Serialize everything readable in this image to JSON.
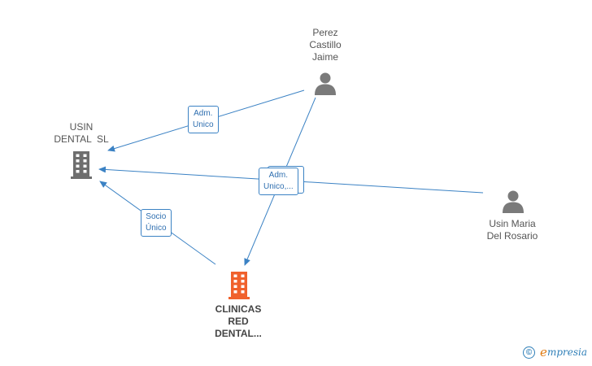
{
  "nodes": {
    "perez": {
      "lines": [
        "Perez",
        "Castillo",
        "Jaime"
      ],
      "icon": "person-icon"
    },
    "usin_dental": {
      "lines": [
        "USIN",
        "DENTAL  SL"
      ],
      "icon": "building-icon"
    },
    "usin_maria": {
      "lines": [
        "Usin Maria",
        "Del Rosario"
      ],
      "icon": "person-icon"
    },
    "clinicas": {
      "lines": [
        "CLINICAS",
        "RED",
        "DENTAL..."
      ],
      "icon": "building-icon"
    }
  },
  "edges": {
    "adm_unico_1": {
      "lines": [
        "Adm.",
        "Unico"
      ]
    },
    "adm_unico_2": {
      "lines": [
        "Adm.",
        "Unico,..."
      ]
    },
    "socio_unico": {
      "lines": [
        "Socio",
        "Único"
      ]
    }
  },
  "footer": {
    "copyright_symbol": "©",
    "brand_initial": "e",
    "brand_rest": "mpresia"
  },
  "colors": {
    "edge": "#3b82c4",
    "person_icon": "#7a7a7a",
    "building_icon": "#6e6e6e",
    "main_building": "#f0612c"
  }
}
